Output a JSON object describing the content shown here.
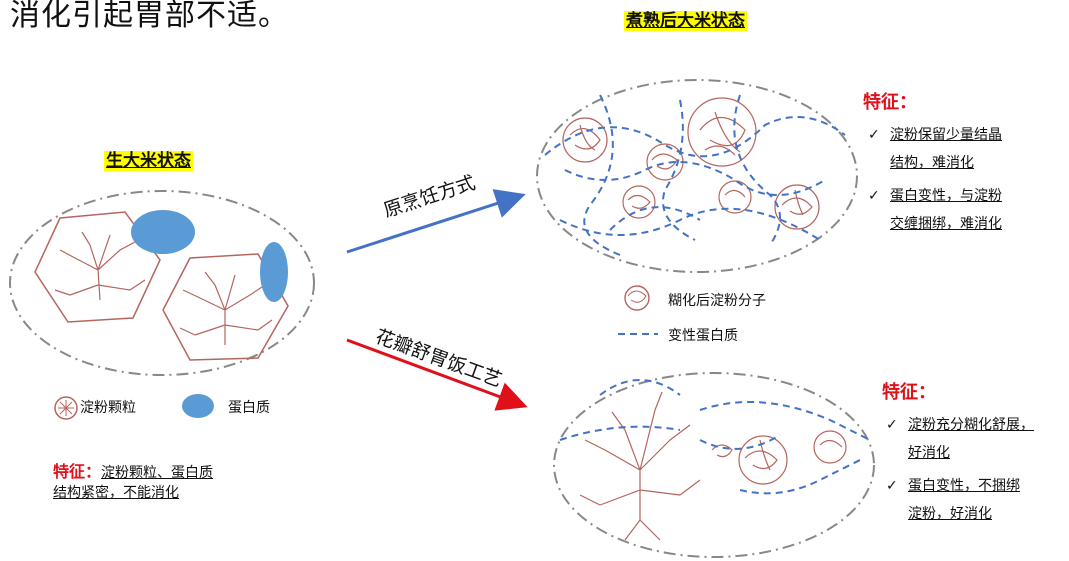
{
  "header": {
    "text": "消化引起胃部不适。"
  },
  "raw_rice": {
    "title": "生大米状态",
    "legend": {
      "starch_label": "淀粉颗粒",
      "protein_label": "蛋白质"
    },
    "feature": {
      "label": "特征：",
      "line1": "淀粉颗粒、蛋白质",
      "line2": "结构紧密，不能消化"
    }
  },
  "cooked_rice": {
    "title": "煮熟后大米状态",
    "feature": {
      "label": "特征：",
      "items": [
        {
          "line1": "淀粉保留少量结晶",
          "line2": "结构，难消化"
        },
        {
          "line1": "蛋白变性，与淀粉",
          "line2": "交缠捆绑，难消化"
        }
      ]
    }
  },
  "arrows": {
    "traditional": "原烹饪方式",
    "petal": "花瓣舒胃饭工艺"
  },
  "mid_legend": {
    "gelatinized": "糊化后淀粉分子",
    "denatured": "变性蛋白质"
  },
  "petal_rice": {
    "feature": {
      "label": "特征：",
      "items": [
        {
          "line1": "淀粉充分糊化舒展，",
          "line2": "好消化"
        },
        {
          "line1": "蛋白变性，不捆绑",
          "line2": "淀粉，好消化"
        }
      ]
    }
  },
  "colors": {
    "accent_red": "#e0101a",
    "arrow_blue": "#4472c4",
    "highlight": "#ffff00",
    "protein_blue": "#5b9bd5",
    "starch_brown": "#b5655e"
  }
}
